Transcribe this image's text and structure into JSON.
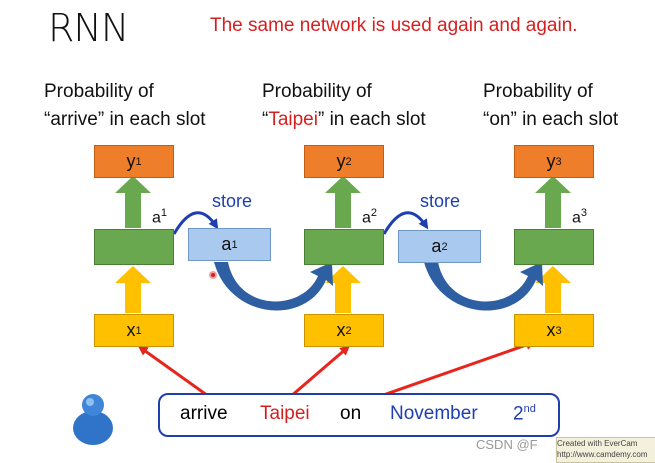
{
  "title": "RNN",
  "subtitle": "The same network is used again and again.",
  "steps": [
    {
      "prob_line1": "Probability of",
      "prob_pre": "“",
      "prob_word": "arrive",
      "prob_post": "” in each slot",
      "y_label": "y",
      "y_sup": "1",
      "a_label": "a",
      "a_sup": "1",
      "x_label": "x",
      "x_sup": "1"
    },
    {
      "prob_line1": "Probability of",
      "prob_pre": "“",
      "prob_word": "Taipei",
      "prob_post": "” in each slot",
      "y_label": "y",
      "y_sup": "2",
      "a_label": "a",
      "a_sup": "2",
      "x_label": "x",
      "x_sup": "2"
    },
    {
      "prob_line1": "Probability of",
      "prob_pre": "“",
      "prob_word": "on",
      "prob_post": "” in each slot",
      "y_label": "y",
      "y_sup": "3",
      "a_label": "a",
      "a_sup": "3",
      "x_label": "x",
      "x_sup": "3"
    }
  ],
  "memory": [
    {
      "store_label": "store",
      "label": "a",
      "sup": "1"
    },
    {
      "store_label": "store",
      "label": "a",
      "sup": "2"
    }
  ],
  "sentence": {
    "words": [
      "arrive",
      "Taipei",
      "on",
      "November",
      "2"
    ],
    "ordinal_suffix": "nd"
  },
  "watermark": "CSDN @F",
  "stamp_text": "Created with EverCam http://www.camdemy.com",
  "colors": {
    "output_box": "#ef7e2b",
    "hidden_box": "#6aa84f",
    "memory_box": "#a9c9ee",
    "input_box": "#ffc000",
    "red_arrow": "#e8251c",
    "blue_arrow": "#2e5fa3",
    "subtitle": "#d62020",
    "keyword_blue": "#1f3fae"
  }
}
